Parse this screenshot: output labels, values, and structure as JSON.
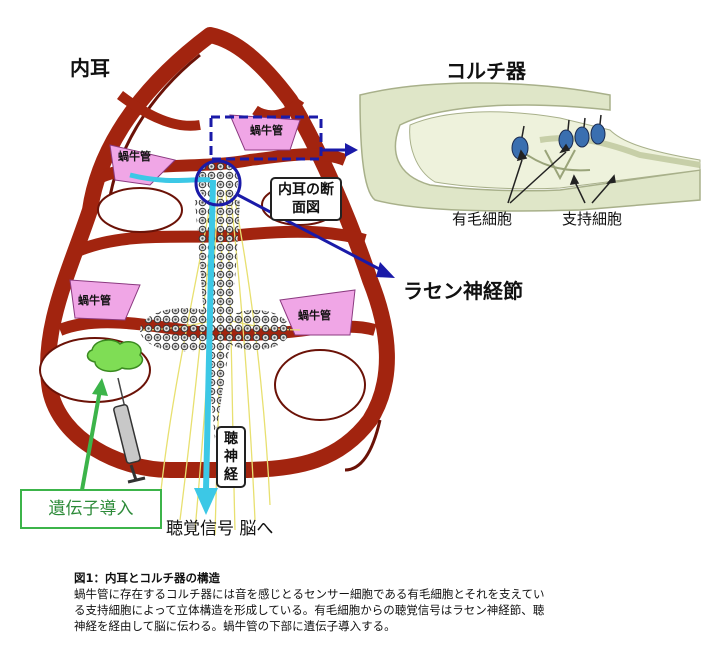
{
  "labels": {
    "inner_ear": "内耳",
    "organ_of_corti": "コルチ器",
    "cross_section": "内耳の断面図",
    "spiral_ganglion": "ラセン神経節",
    "hair_cells": "有毛細胞",
    "supporting_cells": "支持細胞",
    "cochlear_duct": "蝸牛管",
    "auditory_nerve": "聴神経",
    "auditory_signal": "聴覚信号 脳へ",
    "gene_transfer": "遺伝子導入"
  },
  "caption": {
    "title": "図1：内耳とコルチ器の構造",
    "line1": "蝸牛管に存在するコルチ器には音を感じとるセンサー細胞である有毛細胞とそれを支えてい",
    "line2": "る支持細胞によって立体構造を形成している。有毛細胞からの聴覚信号はラセン神経節、聴",
    "line3": "神経を経由して脳に伝わる。蝸牛管の下部に遺伝子導入する。"
  },
  "colors": {
    "tissue": "#a2240f",
    "duct": "#f0a6e6",
    "nerve_arrow": "#3cc8e6",
    "blue": "#1a1aa8",
    "green": "#3cb44a",
    "corti_bg": "#dfe6c8"
  }
}
